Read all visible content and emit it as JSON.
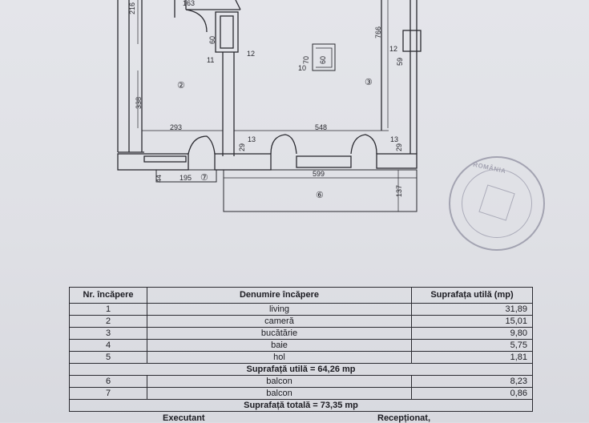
{
  "plan": {
    "dims": {
      "d163": "163",
      "d216": "216",
      "d60": "60",
      "d11": "11",
      "d12a": "12",
      "d338": "338",
      "d293": "293",
      "d548": "548",
      "d13a": "13",
      "d13b": "13",
      "d29a": "29",
      "d29b": "29",
      "d766": "766",
      "d12b": "12",
      "d59": "59",
      "d70": "70",
      "d60b": "60",
      "d10": "10",
      "d44": "44",
      "d195": "195",
      "d599": "599",
      "d137": "137"
    },
    "rooms": {
      "r2": "②",
      "r3": "③",
      "r6": "⑥",
      "r7": "⑦"
    }
  },
  "stamp": {
    "text": "ROMÂNIA"
  },
  "table": {
    "headers": [
      "Nr. încăpere",
      "Denumire încăpere",
      "Suprafața utilă (mp)"
    ],
    "rows": [
      [
        "1",
        "living",
        "31,89"
      ],
      [
        "2",
        "cameră",
        "15,01"
      ],
      [
        "3",
        "bucătărie",
        "9,80"
      ],
      [
        "4",
        "baie",
        "5,75"
      ],
      [
        "5",
        "hol",
        "1,81"
      ]
    ],
    "subtotal": "Suprafață utilă = 64,26 mp",
    "rows2": [
      [
        "6",
        "balcon",
        "8,23"
      ],
      [
        "7",
        "balcon",
        "0,86"
      ]
    ],
    "total": "Suprafață totală = 73,35 mp"
  },
  "signatures": {
    "left": "Executant",
    "right": "Recepționat,"
  }
}
